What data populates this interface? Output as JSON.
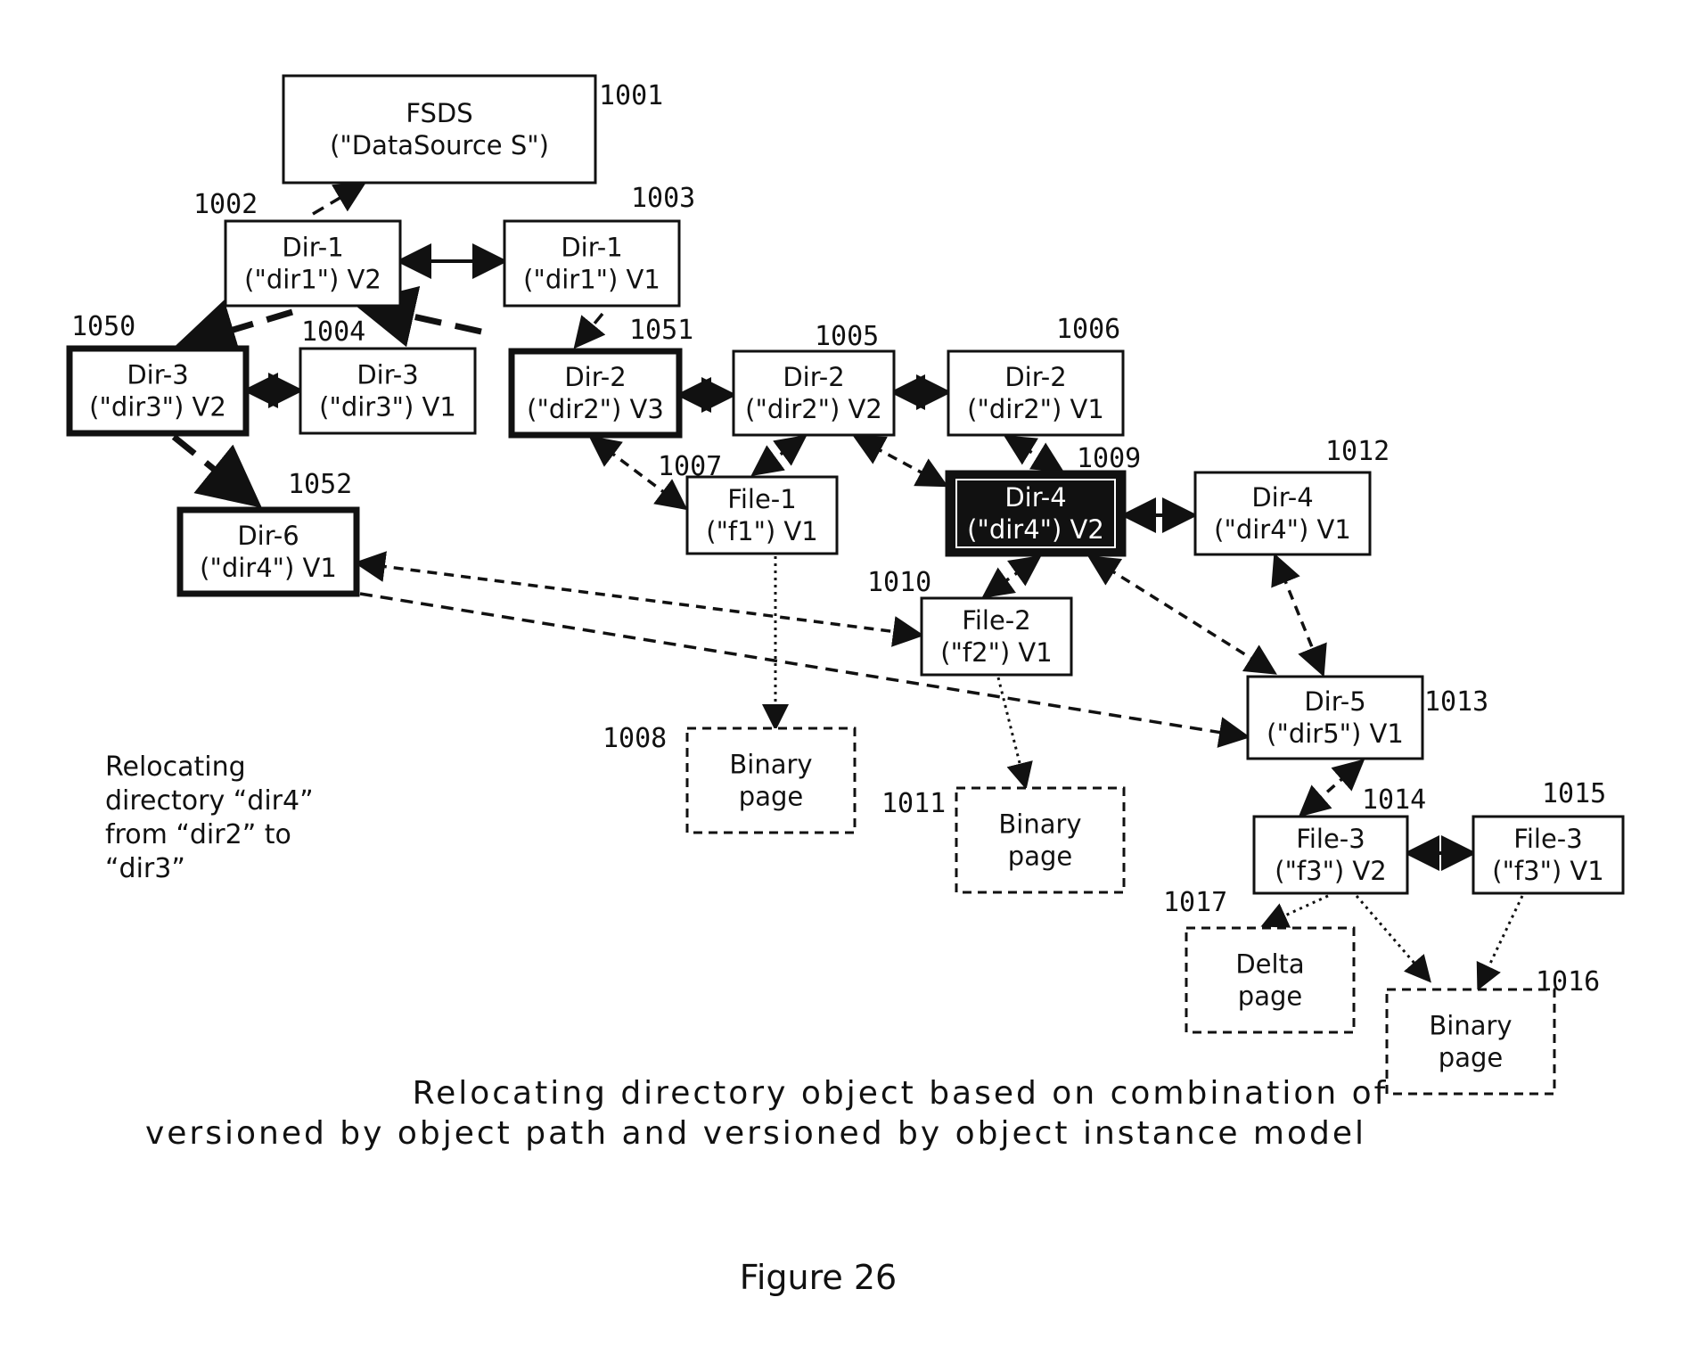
{
  "nodes": [
    {
      "id": "fsds",
      "lines": [
        "FSDS",
        "(\"DataSource S\")"
      ],
      "ref": "1001"
    },
    {
      "id": "dir1-v2",
      "lines": [
        "Dir-1",
        "(\"dir1\") V2"
      ],
      "ref": "1002"
    },
    {
      "id": "dir1-v1",
      "lines": [
        "Dir-1",
        "(\"dir1\") V1"
      ],
      "ref": "1003"
    },
    {
      "id": "dir3-v2",
      "lines": [
        "Dir-3",
        "(\"dir3\") V2"
      ],
      "ref": "1050"
    },
    {
      "id": "dir3-v1",
      "lines": [
        "Dir-3",
        "(\"dir3\") V1"
      ],
      "ref": "1004"
    },
    {
      "id": "dir2-v3",
      "lines": [
        "Dir-2",
        "(\"dir2\") V3"
      ],
      "ref": "1051"
    },
    {
      "id": "dir2-v2",
      "lines": [
        "Dir-2",
        "(\"dir2\") V2"
      ],
      "ref": "1005"
    },
    {
      "id": "dir2-v1",
      "lines": [
        "Dir-2",
        "(\"dir2\") V1"
      ],
      "ref": "1006"
    },
    {
      "id": "file1-v1",
      "lines": [
        "File-1",
        "(\"f1\") V1"
      ],
      "ref": "1007"
    },
    {
      "id": "dir4-v2",
      "lines": [
        "Dir-4",
        "(\"dir4\") V2"
      ],
      "ref": "1009"
    },
    {
      "id": "dir4-v1",
      "lines": [
        "Dir-4",
        "(\"dir4\") V1"
      ],
      "ref": "1012"
    },
    {
      "id": "dir6-v1",
      "lines": [
        "Dir-6",
        "(\"dir4\") V1"
      ],
      "ref": "1052"
    },
    {
      "id": "file2-v1",
      "lines": [
        "File-2",
        "(\"f2\") V1"
      ],
      "ref": "1010"
    },
    {
      "id": "binary-1008",
      "lines": [
        "Binary",
        "page"
      ],
      "ref": "1008"
    },
    {
      "id": "binary-1011",
      "lines": [
        "Binary",
        "page"
      ],
      "ref": "1011"
    },
    {
      "id": "dir5-v1",
      "lines": [
        "Dir-5",
        "(\"dir5\") V1"
      ],
      "ref": "1013"
    },
    {
      "id": "file3-v2",
      "lines": [
        "File-3",
        "(\"f3\") V2"
      ],
      "ref": "1014"
    },
    {
      "id": "file3-v1",
      "lines": [
        "File-3",
        "(\"f3\") V1"
      ],
      "ref": "1015"
    },
    {
      "id": "delta-1017",
      "lines": [
        "Delta",
        "page"
      ],
      "ref": "1017"
    },
    {
      "id": "binary-1016",
      "lines": [
        "Binary",
        "page"
      ],
      "ref": "1016"
    }
  ],
  "edges": [
    {
      "from": "dir1-v2",
      "to": "fsds",
      "style": "dashed"
    },
    {
      "from": "dir1-v2",
      "to": "dir1-v1",
      "style": "solid-double"
    },
    {
      "from": "dir1-v2",
      "to": "dir3-v2",
      "style": "dashed-heavy"
    },
    {
      "from": "dir2-v3",
      "to": "dir1-v2",
      "style": "dashed-heavy"
    },
    {
      "from": "dir1-v1",
      "to": "dir2-v3",
      "style": "dashed"
    },
    {
      "from": "dir3-v2",
      "to": "dir3-v1",
      "style": "solid-double"
    },
    {
      "from": "dir2-v3",
      "to": "dir2-v2",
      "style": "solid-double"
    },
    {
      "from": "dir2-v2",
      "to": "dir2-v1",
      "style": "solid-double"
    },
    {
      "from": "dir3-v2",
      "to": "dir6-v1",
      "style": "dashed-heavy"
    },
    {
      "from": "dir2-v3",
      "to": "file1-v1",
      "style": "dashed-double"
    },
    {
      "from": "dir2-v2",
      "to": "file1-v1",
      "style": "dashed-double"
    },
    {
      "from": "dir2-v2",
      "to": "dir4-v2",
      "style": "dashed-double"
    },
    {
      "from": "dir2-v1",
      "to": "dir4-v2",
      "style": "dashed-double"
    },
    {
      "from": "dir4-v2",
      "to": "dir4-v1",
      "style": "solid-double"
    },
    {
      "from": "dir4-v2",
      "to": "file2-v1",
      "style": "dashed-double"
    },
    {
      "from": "dir4-v2",
      "to": "dir5-v1",
      "style": "dashed-double"
    },
    {
      "from": "dir4-v1",
      "to": "dir5-v1",
      "style": "dashed-double"
    },
    {
      "from": "dir6-v1",
      "to": "file2-v1",
      "style": "dashed-double"
    },
    {
      "from": "dir6-v1",
      "to": "dir5-v1",
      "style": "dashed"
    },
    {
      "from": "file1-v1",
      "to": "binary-1008",
      "style": "dotted"
    },
    {
      "from": "file2-v1",
      "to": "binary-1011",
      "style": "dotted"
    },
    {
      "from": "dir5-v1",
      "to": "file3-v2",
      "style": "dashed-double"
    },
    {
      "from": "file3-v2",
      "to": "file3-v1",
      "style": "solid-double"
    },
    {
      "from": "file3-v2",
      "to": "delta-1017",
      "style": "dotted"
    },
    {
      "from": "file3-v2",
      "to": "binary-1016",
      "style": "dotted"
    },
    {
      "from": "file3-v1",
      "to": "binary-1016",
      "style": "dotted"
    }
  ],
  "side_note": [
    "Relocating",
    "directory “dir4”",
    "from “dir2” to",
    "“dir3”"
  ],
  "caption": [
    "Relocating directory object based on combination of",
    "versioned by object path and versioned by object instance model"
  ],
  "figure_label": "Figure 26"
}
